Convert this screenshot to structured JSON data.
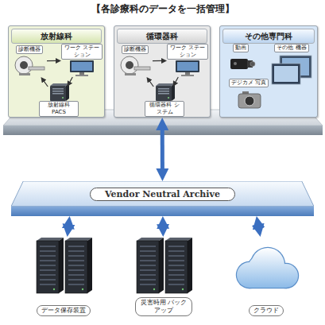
{
  "diagram": {
    "title": "【各診療科のデータを一括管理】",
    "nodes": [
      {
        "text": [
          "放射線科"
        ]
      },
      {
        "text": [
          "診断機器"
        ],
        "in": 0
      },
      {
        "text": [
          "ワーク ステーション"
        ],
        "in": 0
      },
      {
        "text": [
          "放射線科 PACS"
        ],
        "in": 0
      },
      {
        "text": [
          "循環器科"
        ]
      },
      {
        "text": [
          "診断機器"
        ],
        "in": 4
      },
      {
        "text": [
          "ワーク ステーション"
        ],
        "in": 4
      },
      {
        "text": [
          "循環器科 システム"
        ],
        "in": 4
      },
      {
        "text": [
          "その他専門科"
        ]
      },
      {
        "text": [
          "動画"
        ],
        "in": 8
      },
      {
        "text": [
          "その他 機器"
        ],
        "in": 8
      },
      {
        "text": [
          "デジカメ 写真"
        ],
        "in": 8
      },
      {
        "text": [
          "Vendor Neutral Archive"
        ]
      },
      {
        "text": [
          "データ保存装置"
        ]
      },
      {
        "text": [
          "災害時用 バックアップ"
        ]
      },
      {
        "text": [
          "クラウド"
        ]
      }
    ],
    "edges": [
      {
        "from": 1,
        "to": 2,
        "arrow": "to"
      },
      {
        "from": 2,
        "to": 3,
        "arrow": "to"
      },
      {
        "from": 3,
        "to": 1,
        "arrow": "to"
      },
      {
        "from": 5,
        "to": 6,
        "arrow": "to"
      },
      {
        "from": 6,
        "to": 7,
        "arrow": "to"
      },
      {
        "from": 7,
        "to": 5,
        "arrow": "to"
      },
      {
        "from": 4,
        "to": 12,
        "arrow": "both"
      },
      {
        "from": 12,
        "to": 13,
        "arrow": "both"
      },
      {
        "from": 12,
        "to": 14,
        "arrow": "both"
      },
      {
        "from": 12,
        "to": 15,
        "arrow": "both"
      }
    ]
  }
}
